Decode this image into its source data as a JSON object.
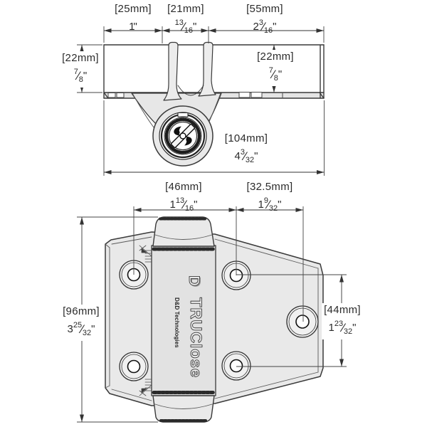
{
  "sym": {
    "inch": "\""
  },
  "branding": {
    "logo": "D",
    "brand": "TRUClose",
    "company": "D&D Technologies"
  },
  "dims": {
    "d25": {
      "mm": "[25mm]",
      "whole": "1"
    },
    "d21": {
      "mm": "[21mm]",
      "num": "13",
      "fs": "⁄",
      "den": "16"
    },
    "d55": {
      "mm": "[55mm]",
      "whole": "2",
      "num": "3",
      "fs": "⁄",
      "den": "16"
    },
    "d22L": {
      "mm": "[22mm]",
      "num": "7",
      "fs": "⁄",
      "den": "8"
    },
    "d22R": {
      "mm": "[22mm]",
      "num": "7",
      "fs": "⁄",
      "den": "8"
    },
    "d104": {
      "mm": "[104mm]",
      "whole": "4",
      "num": "3",
      "fs": "⁄",
      "den": "32"
    },
    "d46": {
      "mm": "[46mm]",
      "whole": "1",
      "num": "13",
      "fs": "⁄",
      "den": "16"
    },
    "d325": {
      "mm": "[32.5mm]",
      "whole": "1",
      "num": "9",
      "fs": "⁄",
      "den": "32"
    },
    "d96": {
      "mm": "[96mm]",
      "whole": "3",
      "num": "25",
      "fs": "⁄",
      "den": "32"
    },
    "d44": {
      "mm": "[44mm]",
      "whole": "1",
      "num": "23",
      "fs": "⁄",
      "den": "32"
    }
  },
  "colors": {
    "line": "#3a3a3a",
    "dim_line": "#333333",
    "fill_light": "#e9e9e9",
    "fill_plate": "#e2e2e2",
    "text": "#2b2b2b"
  }
}
